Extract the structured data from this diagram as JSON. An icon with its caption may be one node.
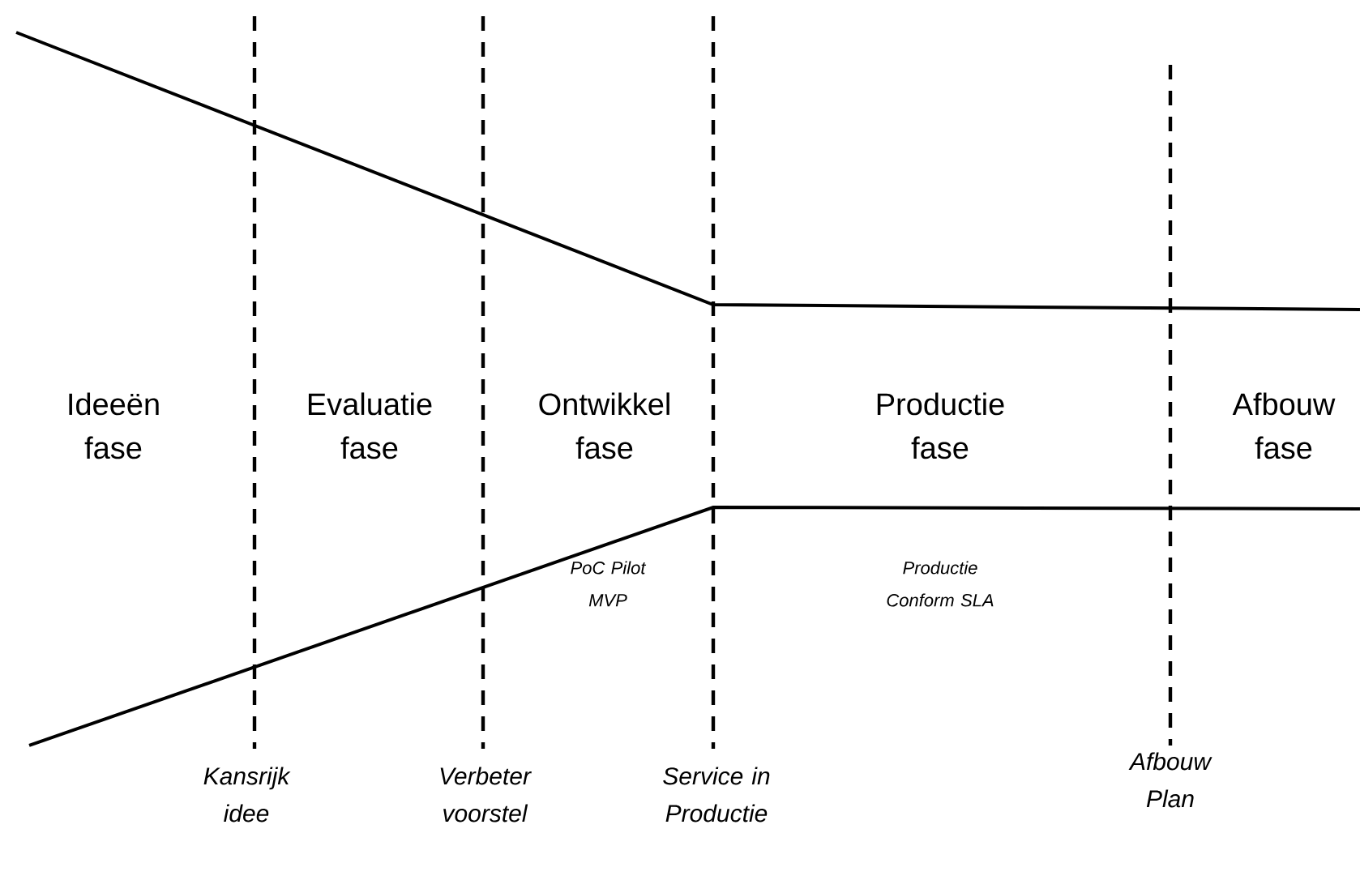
{
  "diagram": {
    "labels": [
      "Ideeën fase",
      "Evaluatie fase",
      "Ontwikkel fase",
      "Productie fase",
      "Afbouw fase",
      "PoC Pilot MVP",
      "Productie Conform SLA",
      "Kansrijk idee",
      "Verbeter voorstel",
      "Service in Productie",
      "Afbouw Plan"
    ]
  }
}
